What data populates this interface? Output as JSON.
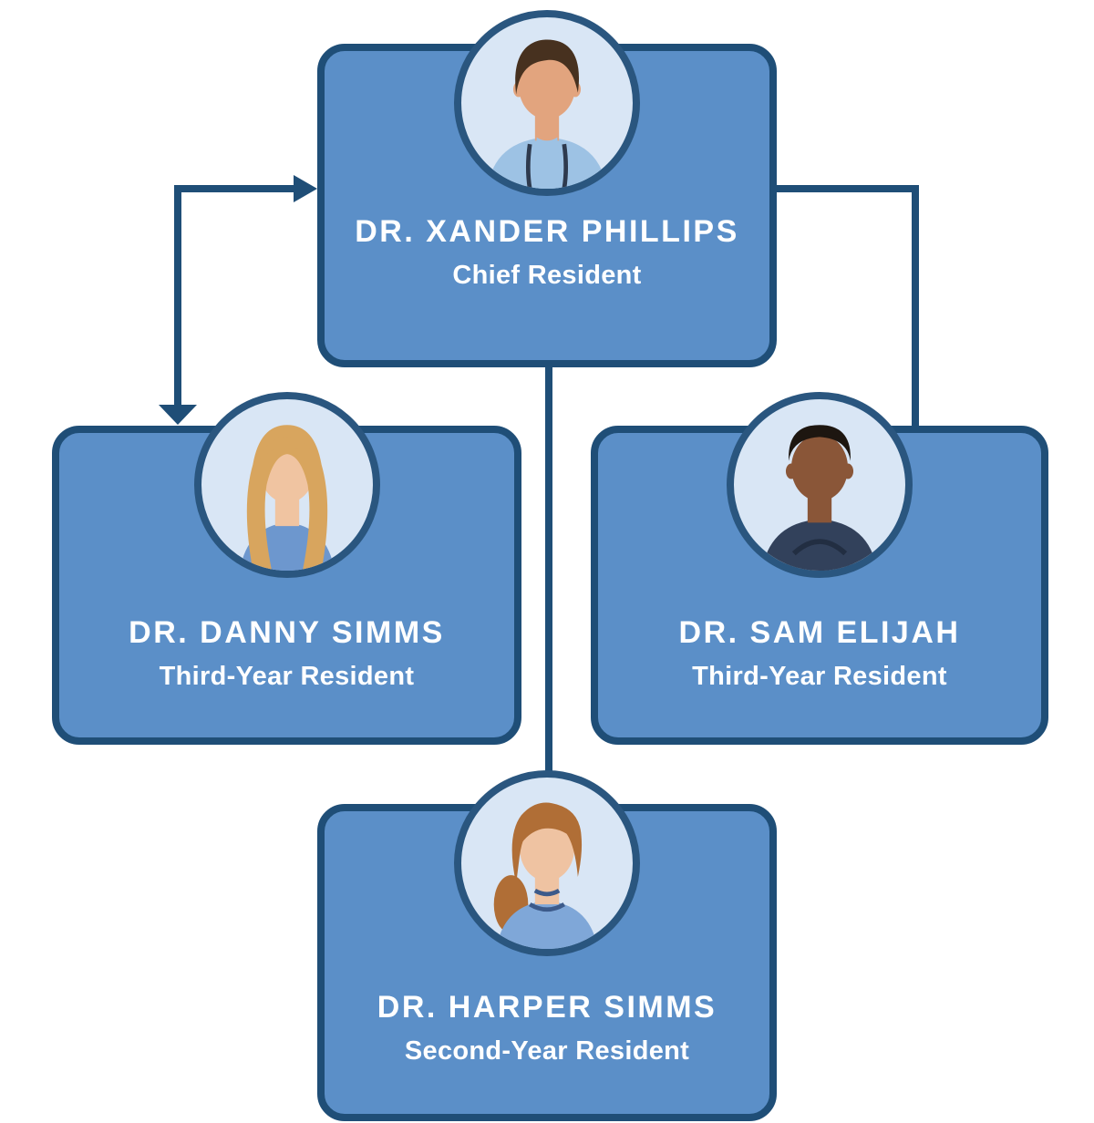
{
  "page": {
    "background": "#ffffff",
    "description": "Organizational chart of hospital residents: Chief Resident at top supervising two third-year residents, with a second-year resident below"
  },
  "palette": {
    "card_fill": "#5B8FC8",
    "card_border": "#1F4E77",
    "connector": "#1F4E77",
    "avatar_ring": "#2A567F",
    "avatar_bg": "#D9E6F5",
    "text_color": "#FFFFFF"
  },
  "cards": [
    {
      "id": "xander",
      "display_name": "Dr. Xander Phillips",
      "role": "Chief Resident",
      "avatar": {
        "description": "man with short curly dark-brown hair wearing light blue scrubs",
        "hair": "#47311F",
        "skin": "#E2A47E",
        "shirt": "#9DC2E4"
      }
    },
    {
      "id": "danny",
      "display_name": "Dr. Danny Simms",
      "role": "Third-Year Resident",
      "avatar": {
        "description": "woman with long blonde hair wearing blue top",
        "hair": "#D8A55E",
        "skin": "#F0C4A1",
        "shirt": "#6D97CE"
      }
    },
    {
      "id": "sam",
      "display_name": "Dr. Sam Elijah",
      "role": "Third-Year Resident",
      "avatar": {
        "description": "man with short black hair wearing navy hoodie",
        "hair": "#1D1610",
        "skin": "#8A5638",
        "shirt": "#32415B"
      }
    },
    {
      "id": "harper",
      "display_name": "Dr. Harper Simms",
      "role": "Second-Year Resident",
      "avatar": {
        "description": "woman with auburn hair, bangs and ponytail wearing blue scrubs",
        "hair": "#B06E36",
        "skin": "#EFC3A2",
        "shirt": "#7FA7D8"
      }
    }
  ],
  "edges": [
    {
      "between": [
        "Dr. Xander Phillips",
        "Dr. Danny Simms"
      ],
      "style": "elbow",
      "arrowheads": [
        "into Dr. Xander Phillips (right)",
        "into Dr. Danny Simms (down)"
      ]
    },
    {
      "between": [
        "Dr. Xander Phillips",
        "Dr. Sam Elijah"
      ],
      "style": "elbow",
      "arrowheads": []
    },
    {
      "between": [
        "Dr. Xander Phillips",
        "Dr. Harper Simms"
      ],
      "style": "straight",
      "arrowheads": []
    }
  ]
}
